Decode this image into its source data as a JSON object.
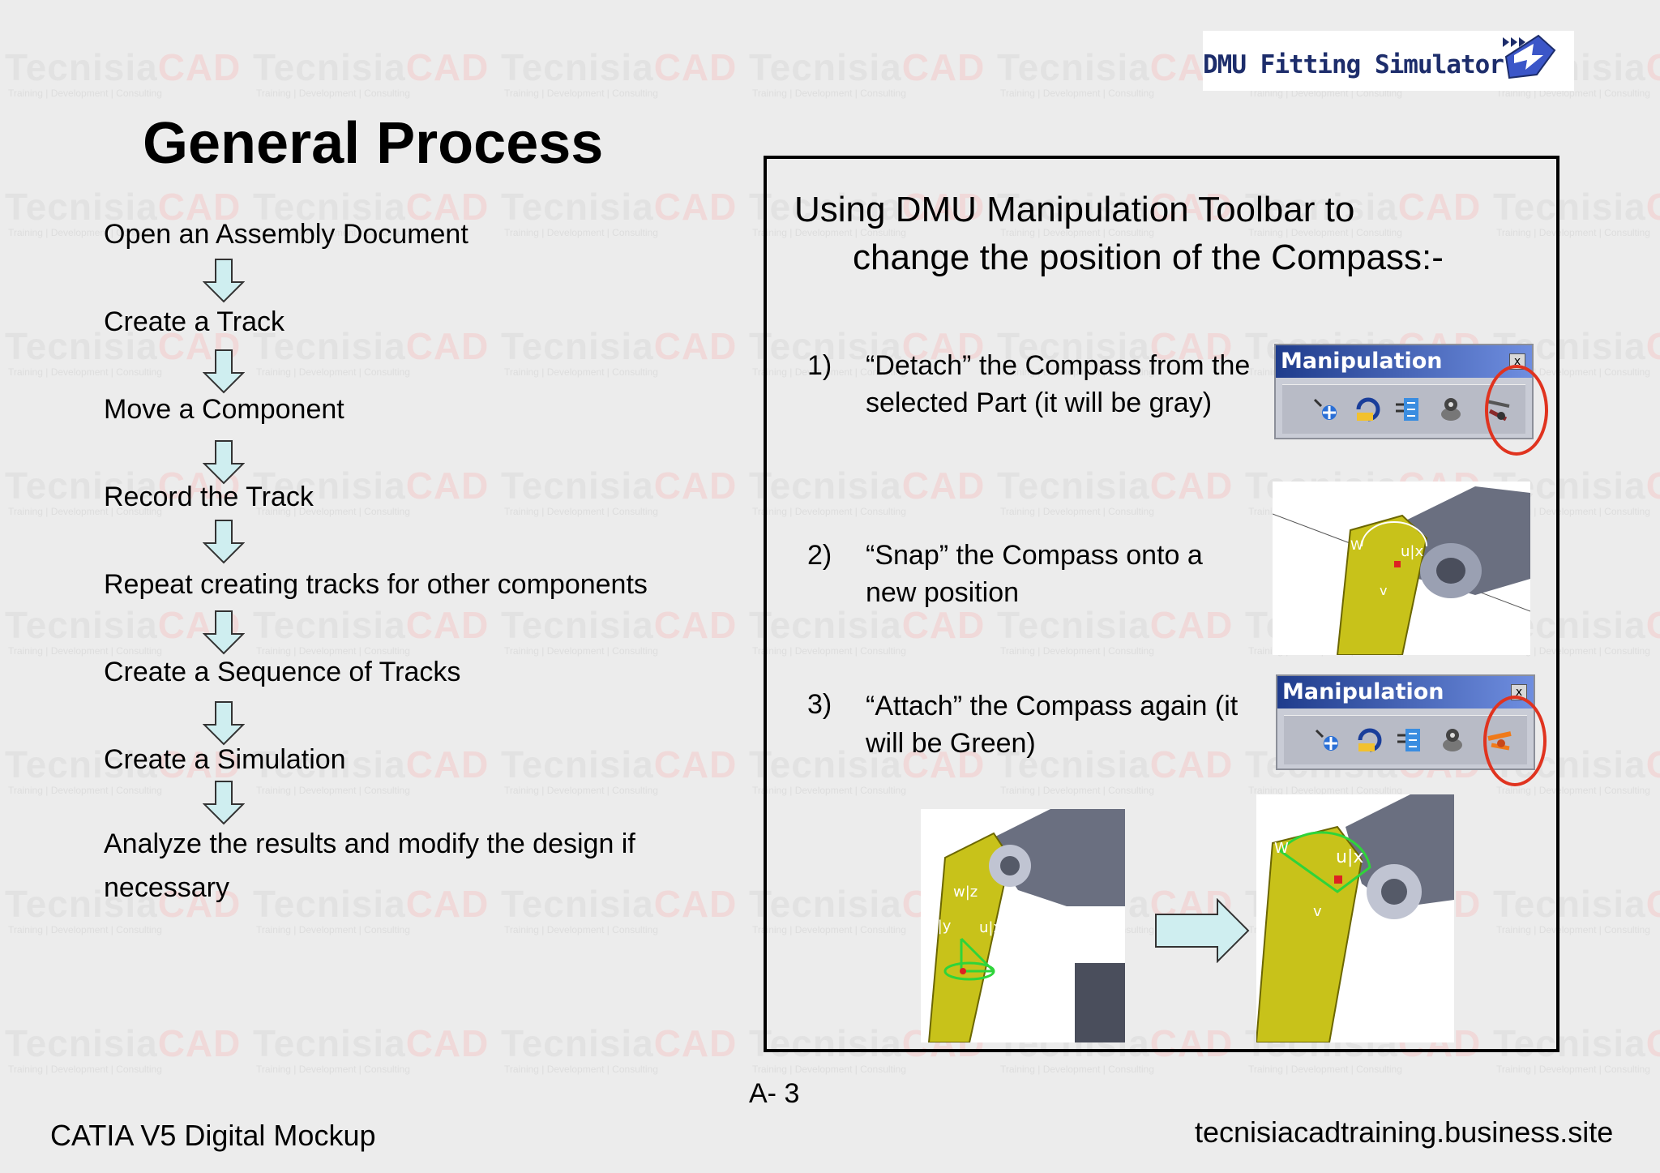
{
  "header": {
    "logo_text": "DMU Fitting Simulator",
    "page_title": "General Process"
  },
  "watermark": {
    "brand_main": "Tecnisia",
    "brand_accent": "CAD",
    "tagline": "Training | Development | Consulting"
  },
  "flow": {
    "steps": [
      "Open an Assembly Document",
      "Create a Track",
      "Move a Component",
      "Record the Track",
      "Repeat creating tracks for other components",
      "Create a Sequence of Tracks",
      "Create a Simulation",
      "Analyze the results and modify the design if necessary"
    ]
  },
  "panel": {
    "heading_line1": "Using DMU Manipulation Toolbar to",
    "heading_line2": "change the position of the Compass:-",
    "steps": [
      {
        "number": "1)",
        "text": "“Detach” the Compass from the selected Part (it will be gray)"
      },
      {
        "number": "2)",
        "text": "“Snap” the Compass onto a new position"
      },
      {
        "number": "3)",
        "text": "“Attach” the Compass again (it will be Green)"
      }
    ],
    "toolbar_title": "Manipulation",
    "toolbar_close": "x",
    "compass_labels": {
      "w": "W",
      "ux": "u|x",
      "v": "v",
      "wz": "w|z",
      "vy": "v|y"
    }
  },
  "colors": {
    "highlight": "#e0331f",
    "arrow_fill": "#cfeef0",
    "part_yellow": "#c8c21a",
    "part_gray": "#6a6f80",
    "compass_green": "#2fd43a"
  },
  "footer": {
    "page_number": "A- 3",
    "left": "CATIA V5 Digital Mockup",
    "right": "tecnisiacadtraining.business.site"
  }
}
